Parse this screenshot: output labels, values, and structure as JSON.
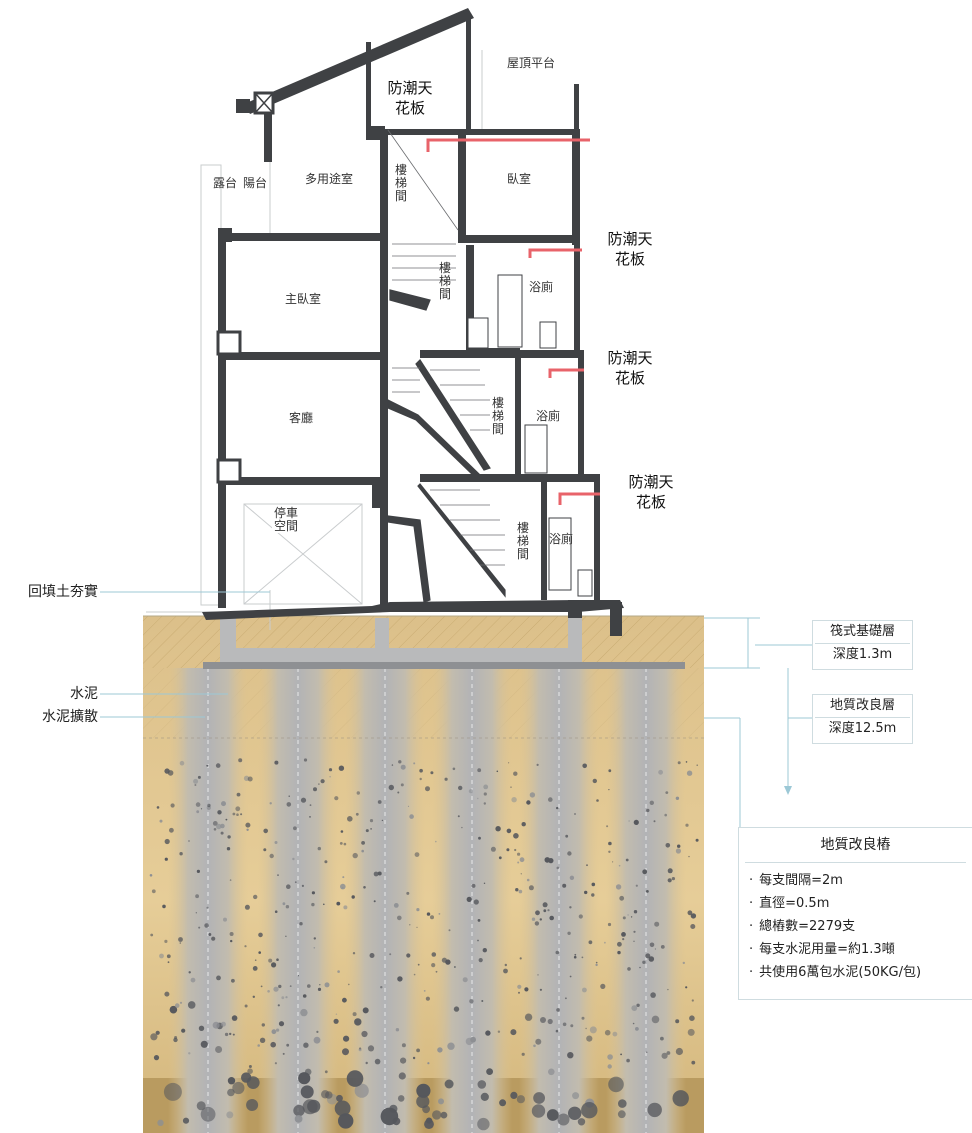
{
  "rooms": {
    "rooftop": "屋頂平台",
    "dew_terrace": "露台",
    "balcony": "陽台",
    "multipurpose": "多用途室",
    "bedroom": "臥室",
    "master_bedroom": "主臥室",
    "living_room": "客廳",
    "bathroom_1": "浴廁",
    "bathroom_2": "浴廁",
    "bathroom_3": "浴廁",
    "parking": "停車空間",
    "stairs_1": "樓梯間",
    "stairs_2": "樓梯間",
    "stairs_3": "樓梯間",
    "stairs_4": "樓梯間"
  },
  "callouts": {
    "ceiling_1": "防潮天花板",
    "ceiling_2": "防潮天花板",
    "ceiling_3": "防潮天花板",
    "ceiling_4": "防潮天花板",
    "backfill": "回填土夯實",
    "cement": "水泥",
    "cement_spread": "水泥擴散"
  },
  "raft": {
    "title": "筏式基礎層",
    "depth": "深度1.3m"
  },
  "improvement": {
    "title": "地質改良層",
    "depth": "深度12.5m"
  },
  "piles": {
    "title": "地質改良樁",
    "items": [
      "每支間隔=2m",
      "直徑=0.5m",
      "總樁數=2279支",
      "每支水泥用量=約1.3噸",
      "共使用6萬包水泥(50KG/包)"
    ]
  },
  "colors": {
    "wall": "#3f4144",
    "soil": "#e3c48b",
    "pile": "#b5b6b8",
    "pipe": "#e8636a",
    "line": "#9cc8d6"
  }
}
